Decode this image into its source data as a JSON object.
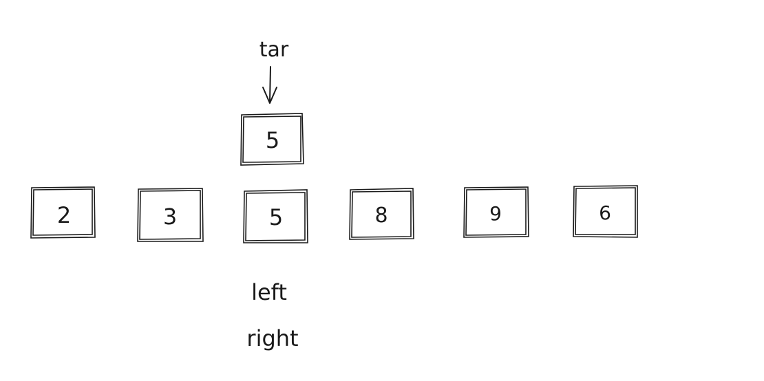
{
  "target": {
    "label": "tar",
    "value": "5"
  },
  "array": {
    "values": [
      "2",
      "3",
      "5",
      "8",
      "9",
      "6"
    ]
  },
  "pointers": {
    "left": "left",
    "right": "right"
  },
  "colors": {
    "ink": "#1a1a1a",
    "background": "#ffffff"
  }
}
